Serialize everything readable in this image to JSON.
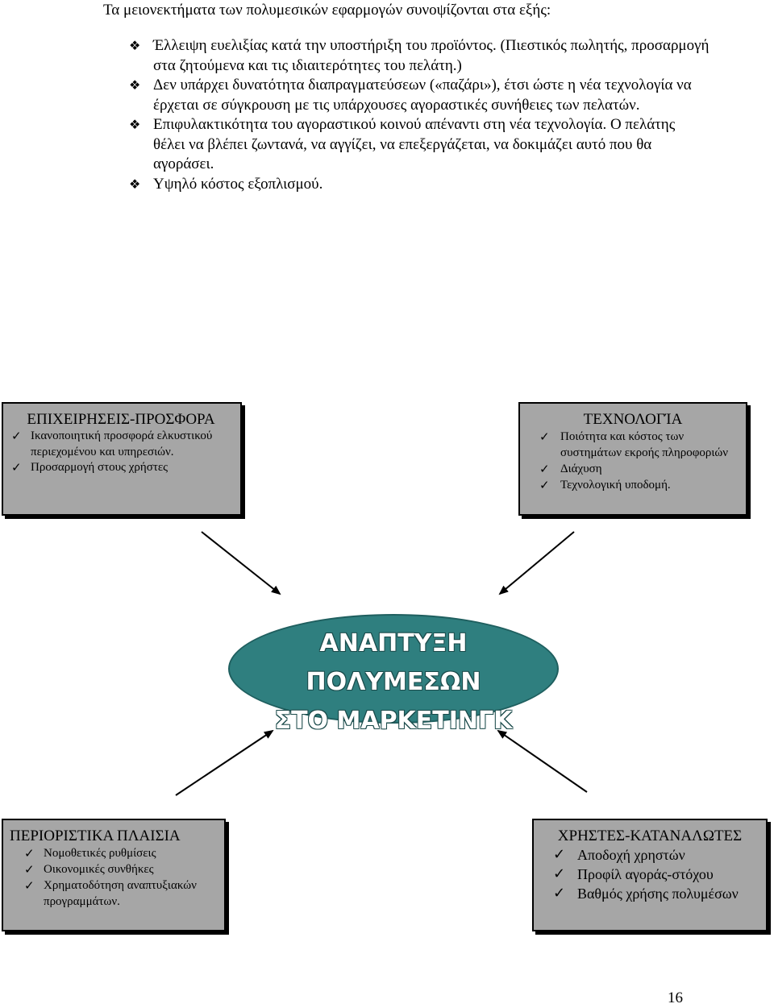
{
  "intro": "Τα μειονεκτήματα των πολυμεσικών εφαρμογών συνοψίζονται στα εξής:",
  "bullets": [
    "Έλλειψη ευελιξίας κατά την υποστήριξη του προϊόντος. (Πιεστικός πωλητής, προσαρμογή στα ζητούμενα και τις ιδιαιτερότητες του πελάτη.)",
    "Δεν υπάρχει δυνατότητα διαπραγματεύσεων («παζάρι»), έτσι ώστε η νέα τεχνολογία να έρχεται σε σύγκρουση με τις υπάρχουσες αγοραστικές συνήθειες των πελατών.",
    "Επιφυλακτικότητα του αγοραστικού κοινού απέναντι στη νέα τεχνολογία. Ο πελάτης θέλει να βλέπει ζωντανά, να αγγίζει, να επεξεργάζεται, να δοκιμάζει αυτό που θα αγοράσει.",
    "Υψηλό κόστος εξοπλισμού."
  ],
  "diagram": {
    "center": {
      "line1": "ΑΝΑΠΤΥΞΗ ΠΟΛΥΜΕΣΩΝ",
      "line2": "ΣΤΟ ΜΑΡΚΕΤΙΝΓΚ",
      "color": "#2f7f7f"
    },
    "top_left": {
      "title": "ΕΠΙΧΕΙΡΗΣΕΙΣ-ΠΡΟΣΦΟΡΑ",
      "items": [
        "Ικανοποιητική προσφορά ελκυστικού περιεχομένου και υπηρεσιών.",
        "Προσαρμογή στους χρήστες"
      ]
    },
    "top_right": {
      "title": "ΤΕΧΝΟΛΟΓΊΑ",
      "items": [
        "Ποιότητα και κόστος των συστημάτων εκροής πληροφοριών",
        "Διάχυση",
        "Τεχνολογική υποδομή."
      ]
    },
    "bottom_left": {
      "title": "ΠΕΡΙΟΡΙΣΤΙΚΑ ΠΛΑΙΣΙΑ",
      "items": [
        "Νομοθετικές ρυθμίσεις",
        "Οικονομικές συνθήκες",
        "Χρηματοδότηση αναπτυξιακών προγραμμάτων."
      ]
    },
    "bottom_right": {
      "title": "ΧΡΗΣΤΕΣ-ΚΑΤΑΝΑΛΩΤΕΣ",
      "items": [
        "Αποδοχή χρηστών",
        "Προφίλ αγοράς-στόχου",
        "Βαθμός χρήσης πολυμέσων"
      ]
    },
    "box_fill": "#a6a6a6"
  },
  "page_number": "16"
}
